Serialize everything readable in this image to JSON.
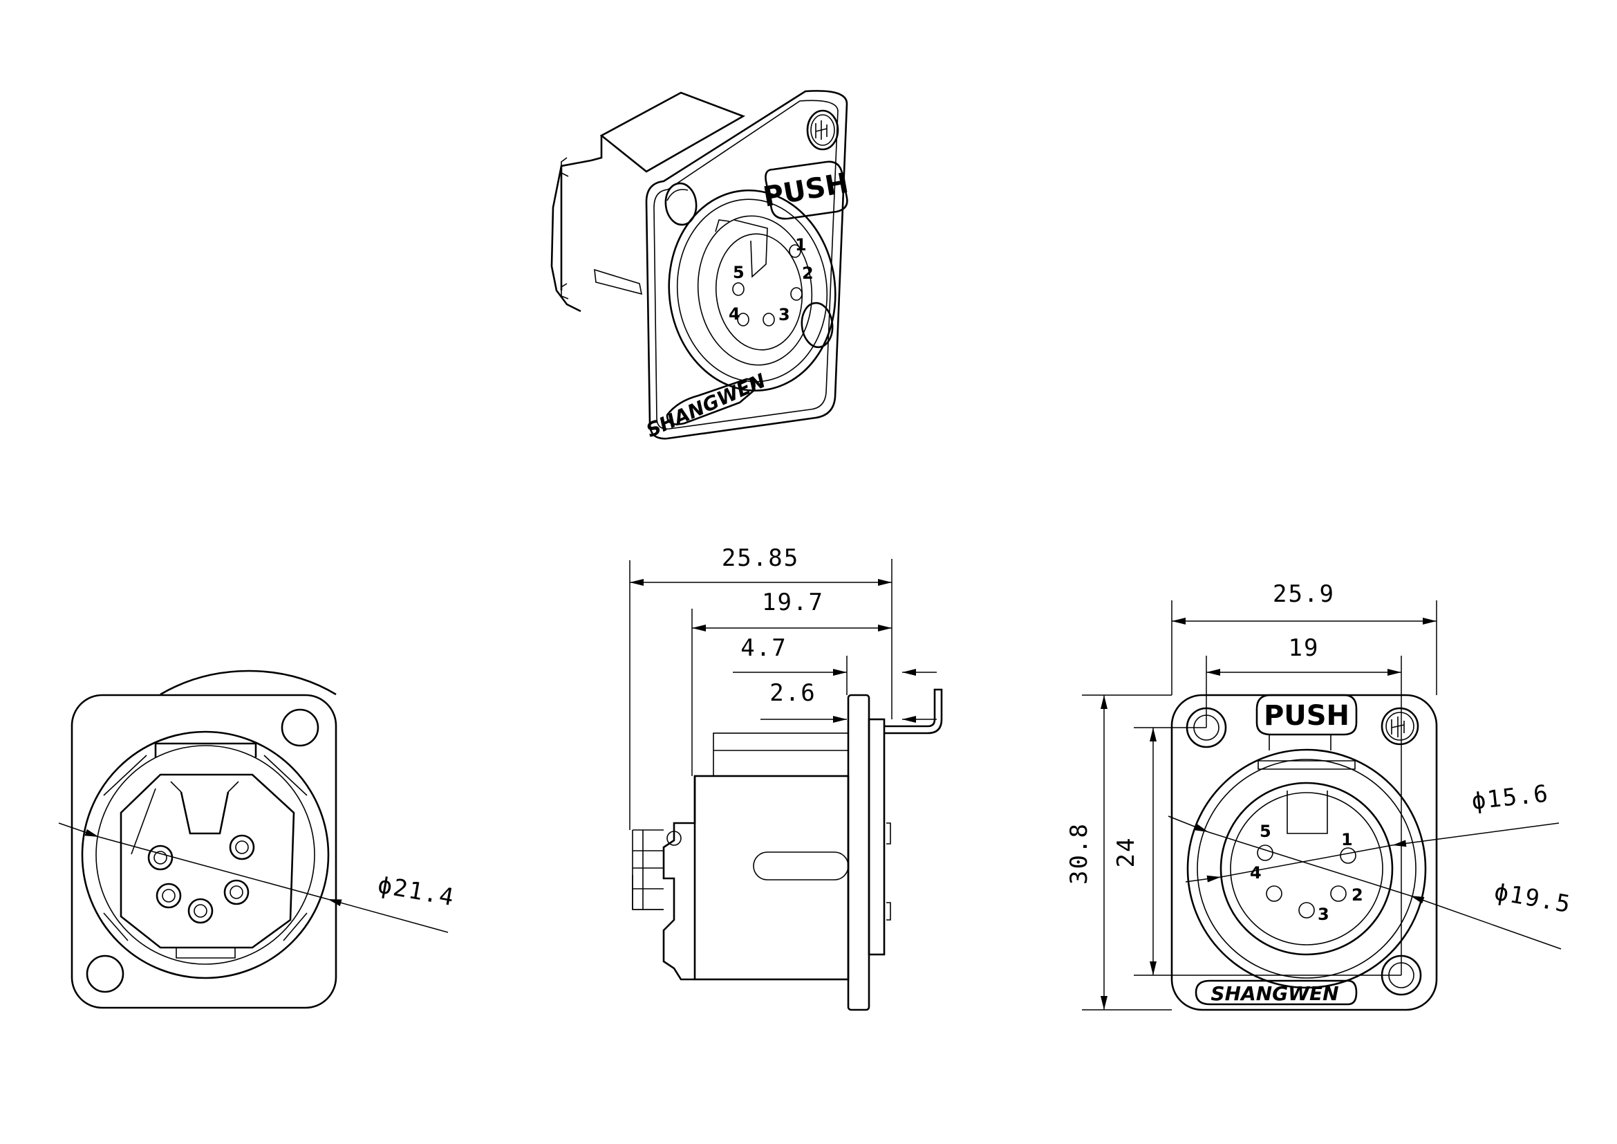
{
  "dimensions": {
    "overall_depth": "25.85",
    "body_depth": "19.7",
    "flange_to_pin": "4.7",
    "flange_thickness": "2.6",
    "panel_width": "25.9",
    "hole_spacing_h": "19",
    "panel_height": "30.8",
    "hole_spacing_v": "24",
    "dia_15_6": "ϕ15.6",
    "dia_19_5": "ϕ19.5",
    "dia_21_4": "ϕ21.4"
  },
  "labels": {
    "push": "PUSH",
    "brand": "SHANGWEN",
    "pins": [
      "1",
      "2",
      "3",
      "4",
      "5"
    ]
  },
  "colors": {
    "line": "#000000",
    "background": "#ffffff"
  }
}
